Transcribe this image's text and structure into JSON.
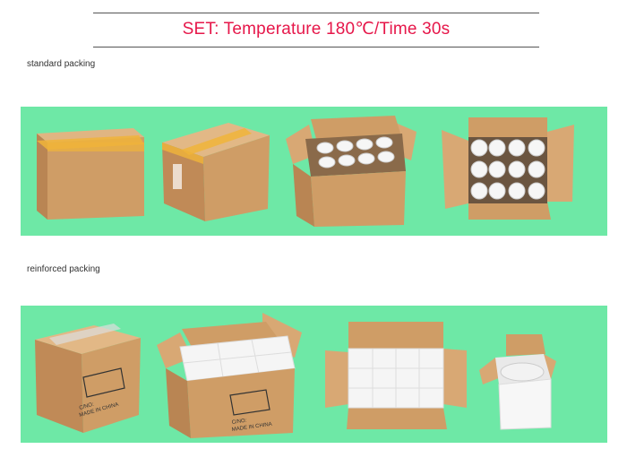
{
  "header": {
    "title": "SET: Temperature 180℃/Time 30s",
    "title_color": "#e6174a"
  },
  "sections": [
    {
      "label": "standard packing",
      "photos": [
        "closed-taped-box",
        "closed-taped-box-angled",
        "open-box-with-mugs",
        "open-box-top-view-mugs"
      ]
    },
    {
      "label": "reinforced packing",
      "photos": [
        "closed-carton-box",
        "open-box-with-white-boxes",
        "open-box-top-view-white-boxes",
        "single-mug-gift-box"
      ]
    }
  ],
  "carton_marking": {
    "line1": "C/NO:",
    "line2": "MADE IN CHINA"
  },
  "colors": {
    "background_strip": "#6ee8a6",
    "cardboard": "#d4a373",
    "tape": "#f0b43a"
  }
}
